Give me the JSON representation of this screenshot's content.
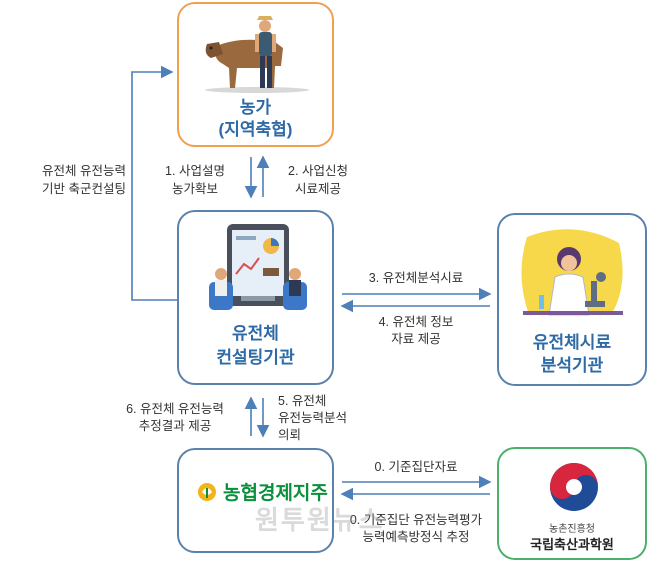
{
  "nodes": {
    "farm": {
      "line1": "농가",
      "line2": "(지역축협)"
    },
    "consulting": {
      "line1": "유전체",
      "line2": "컨설팅기관"
    },
    "analysis": {
      "line1": "유전체시료",
      "line2": "분석기관"
    },
    "nh": {
      "name": "농협경제지주"
    },
    "nias": {
      "agency": "농촌진흥청",
      "name": "국립축산과학원"
    }
  },
  "edges": {
    "e1": {
      "line1": "1. 사업설명",
      "line2": "농가확보"
    },
    "e2": {
      "line1": "2. 사업신청",
      "line2": "시료제공"
    },
    "e3": {
      "line1": "3. 유전체분석시료"
    },
    "e4": {
      "line1": "4. 유전체 정보",
      "line2": "자료 제공"
    },
    "e5": {
      "line1": "5. 유전체",
      "line2": "유전능력분석",
      "line3": "의뢰"
    },
    "e6": {
      "line1": "6. 유전체 유전능력",
      "line2": "추정결과 제공"
    },
    "e0a": {
      "line1": "0. 기준집단자료"
    },
    "e0b": {
      "line1": "0. 기준집단 유전능력평가",
      "line2": "능력예측방정식 추정"
    },
    "loop": {
      "line1": "유전체 유전능력",
      "line2": "기반 축군컨설팅"
    }
  },
  "watermark": "원투원뉴스",
  "colors": {
    "farm_border": "#f0a050",
    "blue_border": "#5a82ad",
    "green_border": "#4caf6a",
    "arrow": "#4d7fb8",
    "title": "#2e6ba6",
    "nh_green": "#0a8f3c"
  },
  "icons": [
    "farmer-cow-icon",
    "consulting-meeting-icon",
    "scientist-microscope-icon",
    "nh-logo-icon",
    "korea-taegeuk-emblem-icon"
  ]
}
